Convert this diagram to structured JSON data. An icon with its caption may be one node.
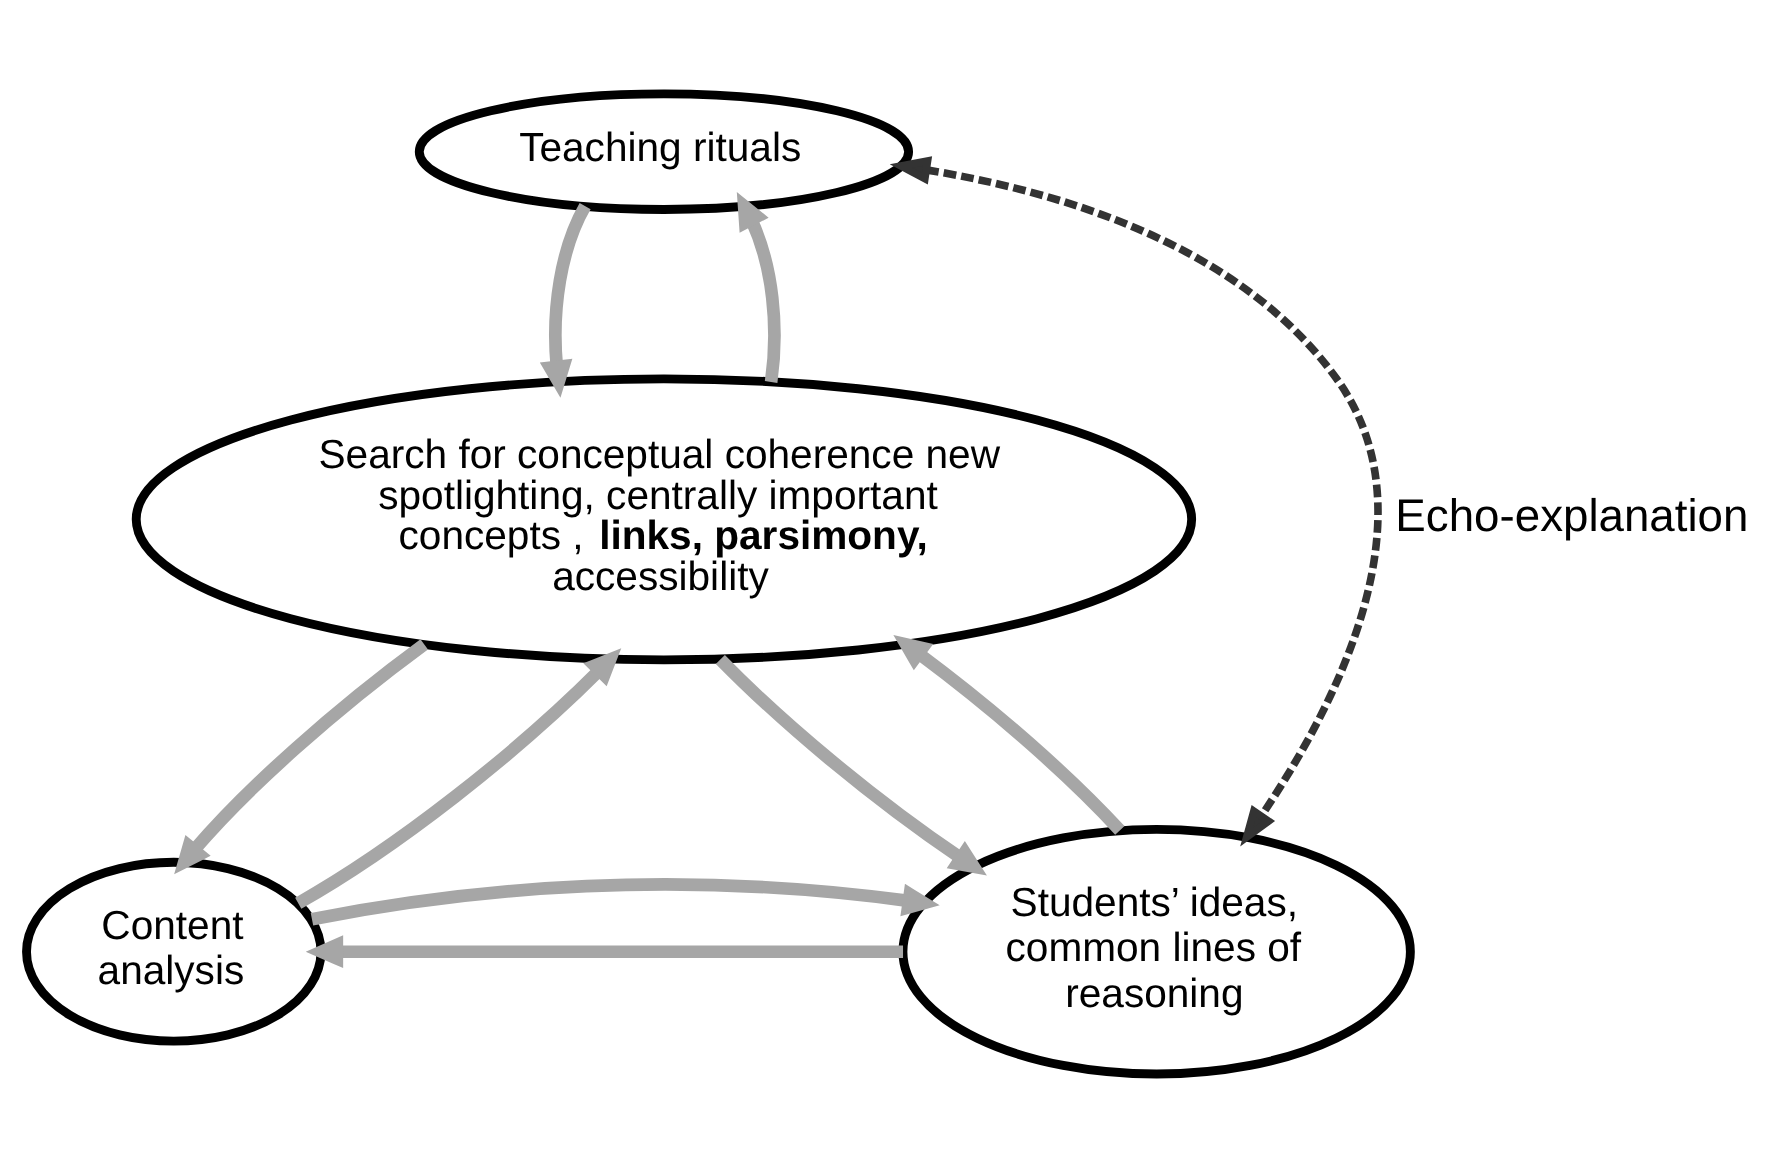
{
  "diagram": {
    "nodes": [
      {
        "text": [
          "Teaching rituals"
        ]
      },
      {
        "text": [
          "Search for conceptual coherence new spotlighting, centrally important concepts , **links, parsimony,** accessibility"
        ]
      },
      {
        "text": [
          "Content analysis"
        ]
      },
      {
        "text": [
          "Students’ ideas, common lines of reasoning"
        ]
      }
    ],
    "edges": [
      {
        "from": 0,
        "to": 1,
        "arrow": "to"
      },
      {
        "from": 1,
        "to": 0,
        "arrow": "to"
      },
      {
        "from": 1,
        "to": 2,
        "arrow": "to"
      },
      {
        "from": 2,
        "to": 1,
        "arrow": "to"
      },
      {
        "from": 1,
        "to": 3,
        "arrow": "to"
      },
      {
        "from": 3,
        "to": 1,
        "arrow": "to"
      },
      {
        "from": 3,
        "to": 2,
        "arrow": "to"
      },
      {
        "from": 2,
        "to": 3,
        "arrow": "to"
      },
      {
        "from": 0,
        "to": 3,
        "arrow": "both",
        "style": "dashed",
        "color": "#333333",
        "label": "Echo-explanation"
      }
    ]
  }
}
